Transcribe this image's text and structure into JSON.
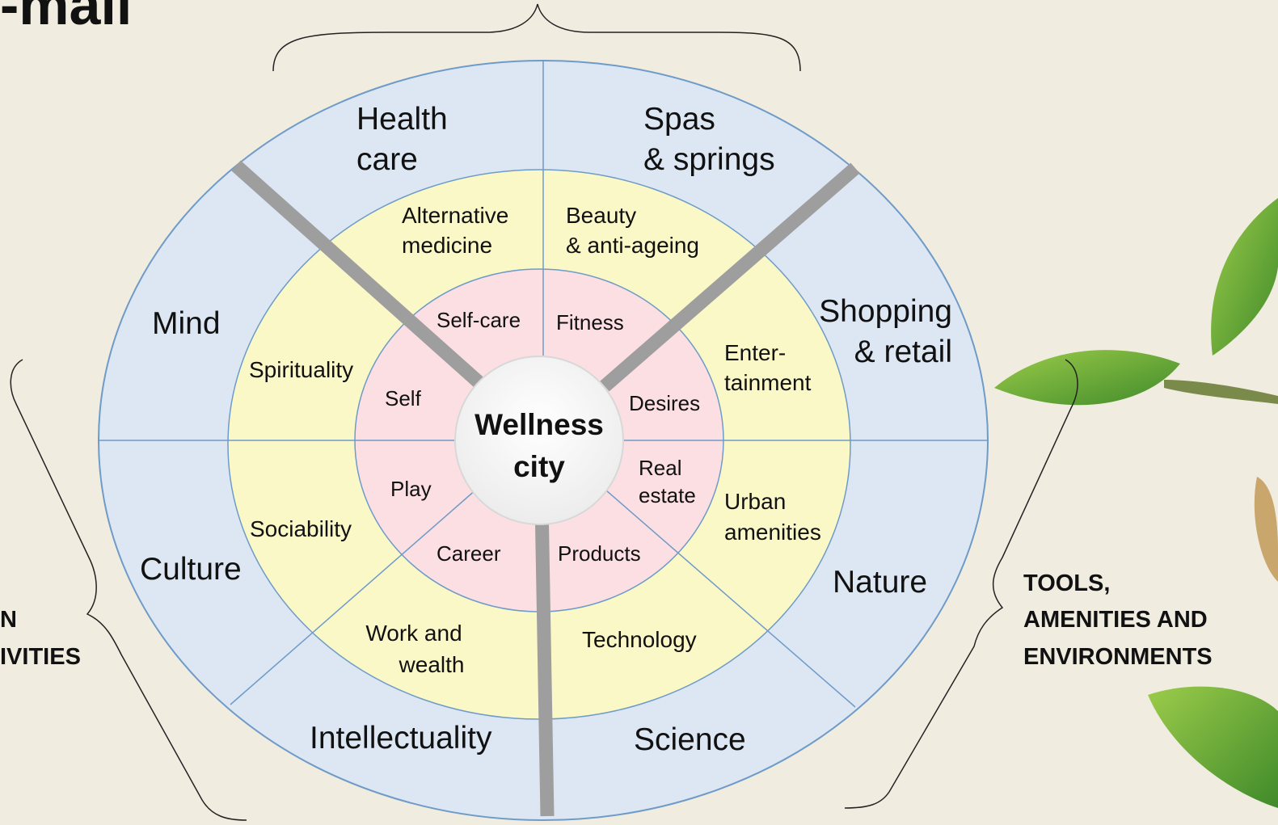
{
  "title_fragment": "-mall",
  "center": {
    "line1": "Wellness",
    "line2": "city"
  },
  "outer_ring": {
    "health_care": [
      "Health",
      "care"
    ],
    "spas_springs": [
      "Spas",
      "& springs"
    ],
    "mind": "Mind",
    "shopping_retail": [
      "Shopping",
      "& retail"
    ],
    "culture": "Culture",
    "nature": "Nature",
    "intellectuality": "Intellectuality",
    "science": "Science"
  },
  "middle_ring": {
    "alternative_medicine": [
      "Alternative",
      "medicine"
    ],
    "beauty_anti_ageing": [
      "Beauty",
      "& anti-ageing"
    ],
    "spirituality": "Spirituality",
    "entertainment": [
      "Enter-",
      "tainment"
    ],
    "sociability": "Sociability",
    "urban_amenities": [
      "Urban",
      "amenities"
    ],
    "work_and_wealth": [
      "Work and",
      "wealth"
    ],
    "technology": "Technology"
  },
  "inner_ring": {
    "self_care": "Self-care",
    "fitness": "Fitness",
    "self": "Self",
    "desires": "Desires",
    "play": "Play",
    "real_estate": [
      "Real",
      "estate"
    ],
    "career": "Career",
    "products": "Products"
  },
  "left_label": [
    "N",
    "IVITIES"
  ],
  "right_label": [
    "TOOLS,",
    "AMENITIES AND",
    "ENVIRONMENTS"
  ],
  "colors": {
    "background": "#f1ece0",
    "outer_ring": "#dde7f3",
    "middle_ring": "#fbf8c8",
    "inner_ring": "#fbdfe3",
    "ring_stroke": "#6e9bc8",
    "divider": "#9e9e9e",
    "leaf": "#6aa83a"
  }
}
